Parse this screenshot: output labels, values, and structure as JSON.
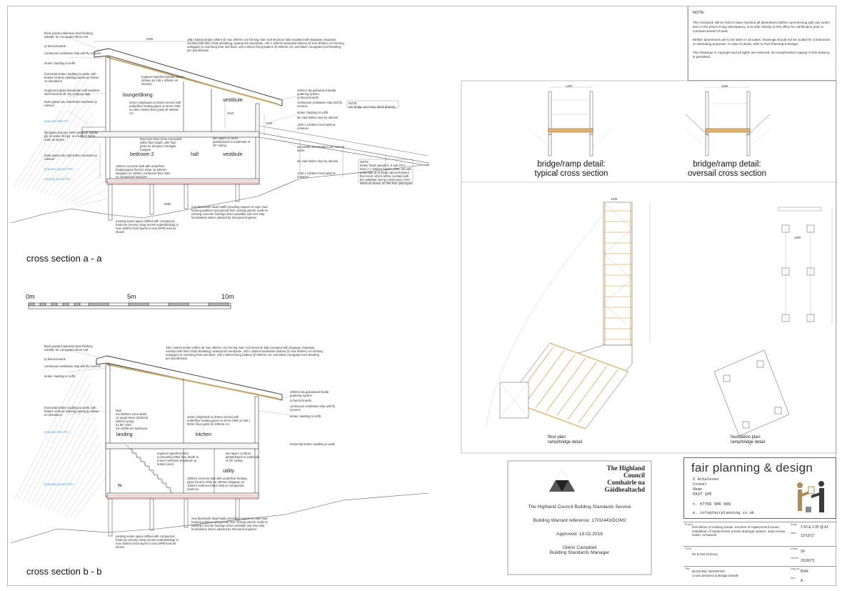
{
  "notes": {
    "heading": "NOTE:",
    "p1": "The contractor will be held to have checked all dimensions before commencing with any works and, in the event of any discrepancy, is to refer directly to this office for clarification prior to commencement of work.",
    "p2": "Written dimensions are to be taken in all cases.  Drawings should not be scaled for construction or estimating purposes.  In case of doubt, refer to Fair Planning & Design.",
    "p3": "This drawings is copyright and all rights are reserved.  No unauthorised copying of this drawing is permitted."
  },
  "section_a": {
    "title": "cross section a - a",
    "rooms": {
      "lounge": "lounge/dining",
      "vestibule_upper": "vestibule",
      "bedroom": "bedroom 2",
      "hall": "hall",
      "vestibule_lower": "vestibule"
    },
    "notes_left": [
      "black painted stainless steel flashing suitable for corrugated sheet roof",
      "rp fascia boards",
      "continuous ventilation strip with fly screens",
      "timber cladding to soffit",
      "horizontal timber cladding to walls, with feature vertical cladding panels as shown on elevations",
      "toughened glass balustrade with stainless steel handrail @ min 1100mm high",
      "triple glazed alu clad timber windows by rationel",
      "fibreglass balcony finish laid over marine ply on timber firings, to create 2° fall to drain as shown",
      "triple glazed alu clad timber windows by rationel"
    ],
    "notes_right": [
      "100mm dia galvanised lindab guttering system",
      "rp fascia boards",
      "continuous ventilation strip with fly screens",
      "timber cladding to soffit",
      "alu clad timber door by rationel",
      "1200 x 1200mm level platt at entrance",
      "accessible thresholds to all external doors",
      "alu clad timber door by rationel",
      "1200 x 1200mm level platt at entrance"
    ],
    "note_box1": "NOTE:\nsee bridge and ramp detail drawing",
    "note_box2": "NOTE:\ntimber frame panels 8, 9 and 10 to have 2 x 195mm header plate, set with underside at 2100mm above finished floor level, which will be overlaid with the wallplate during construction, then lintels as shown on first floor joist layout",
    "roof_note": "195 x 50mm timber rafters @ max 400mm crs forming main roof structure fully insulated with kingspan insulation, overlaid with 9mm OSB sheathing, waterproof membrane, 100 x 150mm laminated timbers @ max 800mm crs forming outriggers to overhang front and back, 100 x 50mm fixing battens @ 600mm crs, and black corrugated roof sheeting per specification",
    "mid_notes": [
      "engineer specified glulam beam (shown as 145 x 405mm on section)",
      "22mm chipboard on 40mm screed with underfloor heating pipes on 9mm OSB on 195 x 50mm floor joists @ 400mm crs",
      "lintol over door to be concealed within floor depth, with floor joists on Simpson Strongtie hangers",
      "two layers 12.5mm plasterboard to underside of GF ceiling",
      "100mm concrete slab with underfloor heating pipes fixed to rebar on 100mm kingspan on 100mm reinforced floor slab on compacted hardcore",
      "existing solum space infilled with compacted hardcore (evenly rising across underbuilding) in max 150mm thick layers to new DPM level as shown",
      "new blockwork dwarf walls providing support to main load bearing partition and ground floor racking panels, build on existing concrete footings where possible and new strip foundations where advised by structural engineer"
    ],
    "levels": [
      "proposed first FFL =",
      "proposed ground FFL =",
      "existing ground FFL ="
    ],
    "dims": [
      "3400",
      "3410",
      "1000",
      "9450"
    ]
  },
  "scale_bar": {
    "l0": "0m",
    "l5": "5m",
    "l10": "10m"
  },
  "section_b": {
    "title": "cross section b - b",
    "rooms": {
      "landing": "landing",
      "kitchen": "kitchen",
      "utility": "utility",
      "wc": "w."
    },
    "stair_note": "stair:\nmin 900mm clear width\n12 equal risers (204mm)\n250mm going\n41.59° pitch\nmin 2000mm headroom",
    "notes_left": [
      "black painted stainless steel flashing suitable for corrugated sheet roof",
      "rp fascia boards",
      "continuous ventilation strip with fly screens",
      "timber cladding to soffit",
      "horizontal timber cladding to walls, with feature vertical cladding panels as shown on elevations"
    ],
    "notes_right": [
      "100mm dia galvanised lindab guttering system",
      "rp fascia boards",
      "continuous ventilation strip with fly screens",
      "timber cladding to soffit",
      "horizontal timber cladding to walls"
    ],
    "roof_note": "195 x 50mm timber rafters @ max 400mm crs forming main roof structure fully insulated with kingspan insulation, overlaid with 9mm OSB sheathing, waterproof membrane, 100 x 150mm laminated timbers @ max 800mm crs forming outriggers to overhang front and back, 100 x 50mm fixing battens @ 600mm crs, and black corrugated roof sheeting per specification",
    "mid_notes": [
      "22mm chipboard on 40mm screed with underfloor heating pipes on 9mm OSB on 195 x 50mm floor joists @ 400mm crs",
      "engineer specified lintol (concealed within floor depth to ensure sufficient headroom at bottom riser)",
      "two layers 12.5mm plasterboard to underside of GF ceiling",
      "100mm concrete slab with underfloor heating pipes fixed to rebar on 100mm kingspan on 100mm reinforced floor slab on compacted hardcore",
      "new blockwork dwarf walls providing support to main load bearing partition and ground floor racking panels, build on existing concrete footings where possible and new strip foundations where advised by structural engineer",
      "existing solum space infilled with compacted hardcore (evenly rising across underbuilding) in max 150mm thick layers to new DPM level as shown"
    ],
    "levels": [
      "proposed first FFL =",
      "proposed ground FFL ="
    ]
  },
  "bridge": {
    "typical_title": "bridge/ramp detail:\ntypical cross section",
    "oversail_title": "bridge/ramp detail:\noversail cross section",
    "floor_plan_lbl": "floor plan:\nramp/bridge detail",
    "foundation_lbl": "foundation plan:\nramp/bridge detail",
    "dims": [
      "1200",
      "1200",
      "1200",
      "1000"
    ]
  },
  "approval": {
    "org1": "The Highland",
    "org2": "Council",
    "org3": "Comhairle na",
    "org4": "Gàidhealtachd",
    "service": "The Highland Council Building Standards Service",
    "reference": "Building Warrant reference: 17/02443/DOM2",
    "approved": "Approved: 19.02.2018",
    "name": "Glenn Campbell",
    "role": "Building Standards Manager"
  },
  "brand": {
    "name": "fair planning & design",
    "address": [
      "2 Achaleven",
      "Connel",
      "Oban",
      "PA37 1PE"
    ],
    "tel": "t. 07766 906 909",
    "email": "e. info@fairplanning.co.uk"
  },
  "title_block": {
    "project_k": "Project",
    "project_v": "Demolition of existing house, erection of replacement house, installation of replacement private drainage system, Jetty House, Salen, Acharacle",
    "scale_k": "Scale",
    "scale_v": "1:50 & 1:30 @ A1",
    "date_k": "Date",
    "date_v": "12/12/17",
    "client_k": "Client",
    "client_v": "Mr & Mrs M Drury",
    "drawn_k": "Drawn",
    "drawn_v": "SF",
    "job_k": "Job No.",
    "job_v": "2016073",
    "title_k": "Title",
    "title_v": "BUILDING WARRANT:\nCross Sections & Bridge Details",
    "dwg_k": "Dwg No.",
    "dwg_v": "BW4",
    "rev_k": "Rev.",
    "rev_v": "A"
  },
  "colors": {
    "accent_blue": "#4aa3df",
    "slab_red": "#d9534f",
    "timber": "#e8b36a",
    "logo_brown": "#b08a5a",
    "logo_dark": "#3a3a3a"
  }
}
